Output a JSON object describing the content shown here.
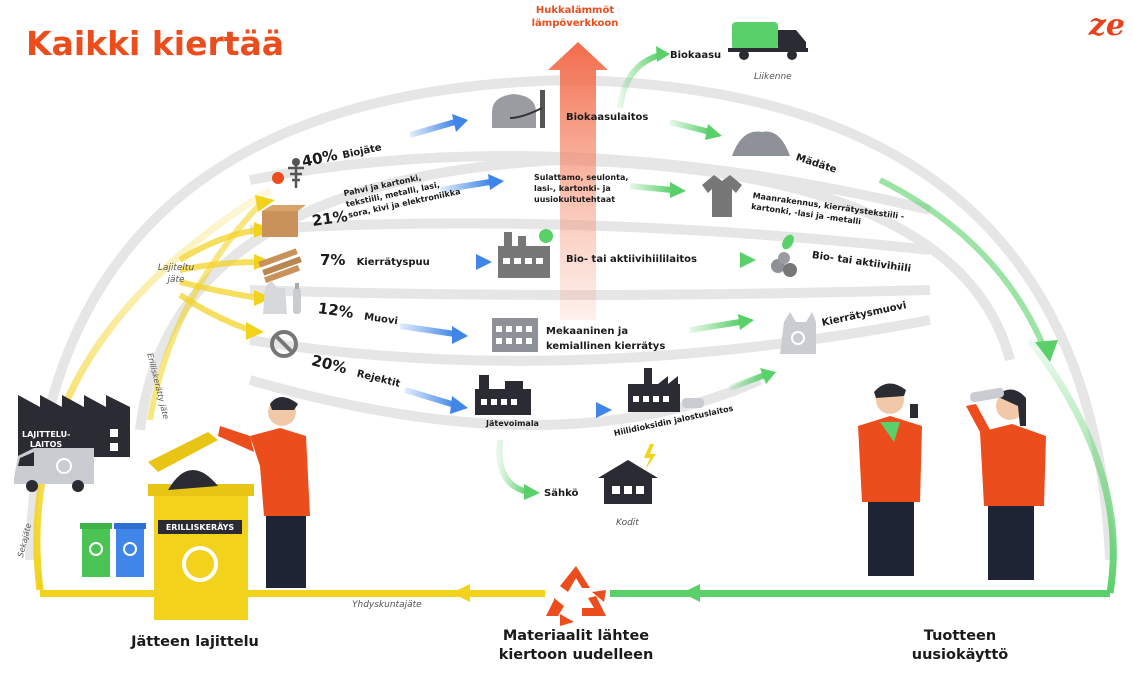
{
  "title": "Kaikki kiertää",
  "logo_text": "ze",
  "colors": {
    "accent": "#ec4d1d",
    "yellow": "#f2d21b",
    "green": "#5ad06a",
    "blue": "#3f86e8",
    "dark": "#2b2b33"
  },
  "top": {
    "heat_label": "Hukkalämmöt lämpöverkkoon",
    "biogas_label": "Biokaasu",
    "traffic_label": "Liikenne",
    "biogas_plant_label": "Biokaasulaitos",
    "digestate_label": "Mädäte"
  },
  "fractions": [
    {
      "pct": "40%",
      "name": "Biojäte"
    },
    {
      "pct": "21%",
      "name": "Pahvi ja kartonki, tekstiili, metalli, lasi, sora, kivi ja elektroniikka"
    },
    {
      "pct": "7%",
      "name": "Kierrätyspuu"
    },
    {
      "pct": "12%",
      "name": "Muovi"
    },
    {
      "pct": "20%",
      "name": "Rejektit"
    }
  ],
  "processes": {
    "melting": "Sulattamo, seulonta, lasi-, kartonki- ja uusiokuitutehtaat",
    "bio_plant": "Bio- tai aktiivihiililaitos",
    "mech": "Mekaaninen ja kemiallinen kierrätys",
    "waste_power": "Jätevoimala",
    "carbon_plant": "Hiilidioksidin jalostuslaitos",
    "electricity": "Sähkö",
    "homes": "Kodit"
  },
  "outputs": {
    "textiles": "Maanrakennus, kierrätystekstiili -kartonki, -lasi ja -metalli",
    "bio_carbon": "Bio- tai aktiivihiili",
    "recycled_plastic": "Kierrätysmuovi"
  },
  "flows": {
    "sorted_waste": "Lajiteltu jäte",
    "separate_waste": "Erilliskerätty jäte",
    "mixed_waste": "Sekajäte",
    "municipal_waste": "Yhdyskuntajäte"
  },
  "sorting": {
    "facility_label": "LAJITTELU- LAITOS",
    "bin_label": "ERILLISKERÄYS"
  },
  "bottom": {
    "left": "Jätteen lajittelu",
    "center": "Materiaalit lähtee kiertoon uudelleen",
    "right": "Tuotteen uusiokäyttö"
  }
}
